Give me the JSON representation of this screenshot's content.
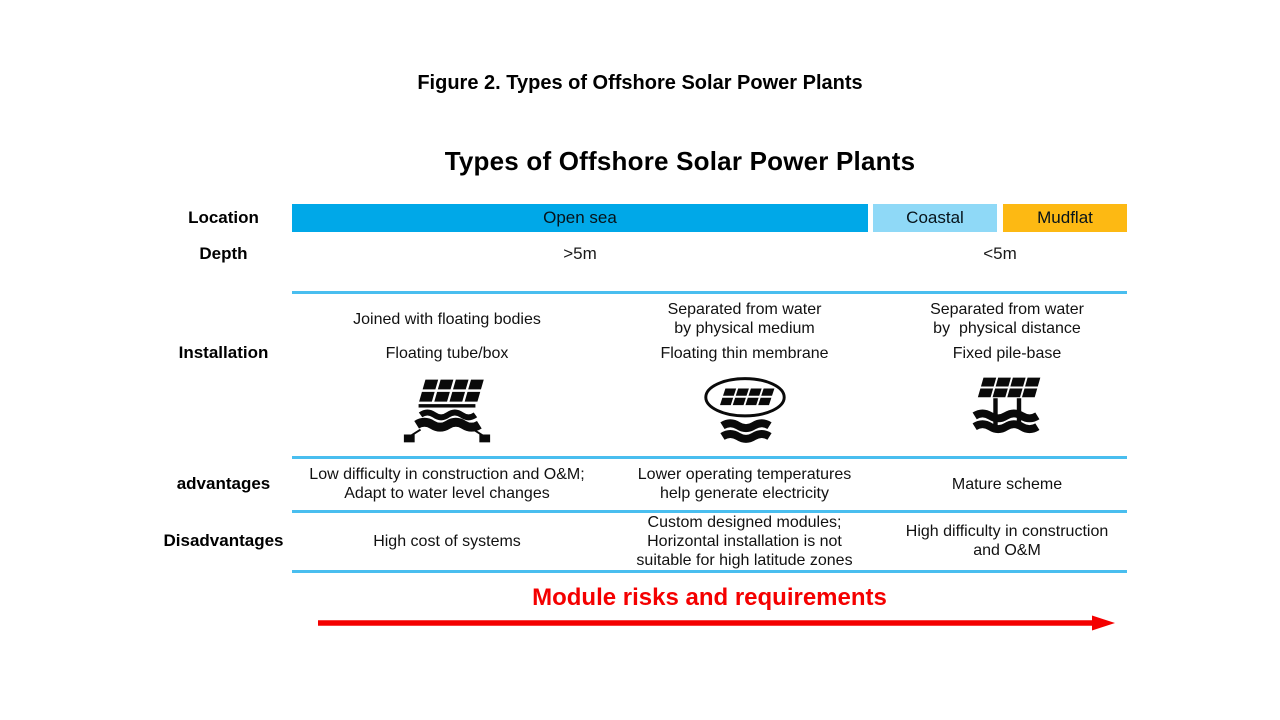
{
  "page": {
    "figure_caption": "Figure 2. Types of Offshore Solar Power Plants",
    "chart_title": "Types of Offshore Solar Power Plants"
  },
  "colors": {
    "open_sea": "#00A8E8",
    "coastal": "#8FD9F7",
    "mudflat": "#FDB913",
    "separator_line": "#49BEEF",
    "accent_red": "#F40000",
    "icon": "#0a0a0a"
  },
  "rows": {
    "location": {
      "label": "Location",
      "bars": [
        {
          "text": "Open sea"
        },
        {
          "text": "Coastal"
        },
        {
          "text": "Mudflat"
        }
      ]
    },
    "depth": {
      "label": "Depth",
      "deep": ">5m",
      "shallow": "<5m"
    },
    "installation": {
      "label": "Installation",
      "columns": [
        {
          "method": "Joined with floating bodies",
          "type": "Floating tube/box",
          "icon": "floating-tube-box-icon"
        },
        {
          "method": "Separated from water\nby physical medium",
          "type": "Floating thin membrane",
          "icon": "floating-thin-membrane-icon"
        },
        {
          "method": "Separated from water\nby  physical distance",
          "type": "Fixed pile-base",
          "icon": "fixed-pile-base-icon"
        }
      ]
    },
    "advantages": {
      "label": "advantages",
      "columns": [
        "Low difficulty in construction and O&M;\nAdapt to water level changes",
        "Lower operating temperatures\nhelp generate electricity",
        "Mature scheme"
      ]
    },
    "disadvantages": {
      "label": "Disadvantages",
      "columns": [
        "High cost of systems",
        "Custom designed modules;\nHorizontal installation is not\nsuitable for high latitude zones",
        "High difficulty in construction\nand O&M"
      ]
    }
  },
  "footer": {
    "axis_label": "Module risks and requirements"
  }
}
